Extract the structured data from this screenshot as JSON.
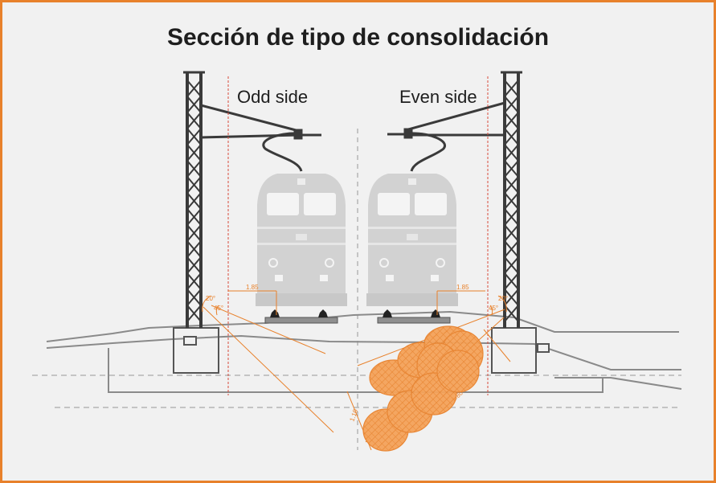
{
  "title": "Sección de tipo de consolidación",
  "labels": {
    "odd_side": "Odd side",
    "even_side": "Even side"
  },
  "dimensions": {
    "left_offset": "1.85",
    "right_offset": "1.85",
    "angle_left_outer": "20°",
    "angle_left_inner": "45°",
    "angle_right_outer": "20°",
    "angle_right_inner": "45°",
    "diag_a": "1.10",
    "diag_b": "1.80"
  },
  "colors": {
    "frame": "#e8812b",
    "accent": "#e8812b",
    "structure": "#3a3a3a",
    "train": "#cfcfcf",
    "ground": "#8a8a8a",
    "background": "#f1f1f1"
  }
}
